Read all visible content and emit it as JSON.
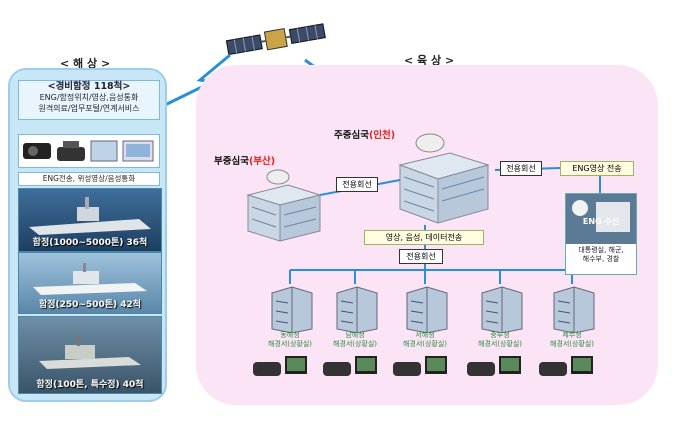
{
  "sea": {
    "title": "< 해 상 >",
    "fleet_title": "<경비함정 118척>",
    "fleet_line1": "ENG/함정위치/영상,음성통화",
    "fleet_line2": "원격의료/업무포털/연계서비스",
    "eng_line": "ENG전송, 위성영상/음성통화",
    "ship1": "함정(1000~5000톤) 36척",
    "ship2": "함정(250~500톤) 42척",
    "ship3": "함정(100톤, 특수정) 40척"
  },
  "land": {
    "title": "< 육 상 >",
    "main_station_prefix": "주중심국",
    "main_station_city": "(인천)",
    "sub_station_prefix": "부중심국",
    "sub_station_city": "(부산)",
    "dedicated_line": "전용회선",
    "eng_video": "ENG영상 전송",
    "data_transfer": "영상, 음성, 데이터전송",
    "eng_receive": "ENG 수신",
    "eng_orgs_line1": "대통령실, 해군,",
    "eng_orgs_line2": "해수부, 경찰"
  },
  "branches": [
    {
      "name": "동해청",
      "sub": "해경서(상황실)"
    },
    {
      "name": "남해청",
      "sub": "해경서(상황실)"
    },
    {
      "name": "서해청",
      "sub": "해경서(상황실)"
    },
    {
      "name": "중부청",
      "sub": "해경서(상황실)"
    },
    {
      "name": "제주청",
      "sub": "해경서(상황실)"
    }
  ],
  "colors": {
    "sea_bg": "#c7e6f6",
    "land_bg": "#fbe4f6",
    "link_blue": "#2a8fd8",
    "highlight_red": "#e8201a",
    "branch_green": "#2a8a3a"
  }
}
